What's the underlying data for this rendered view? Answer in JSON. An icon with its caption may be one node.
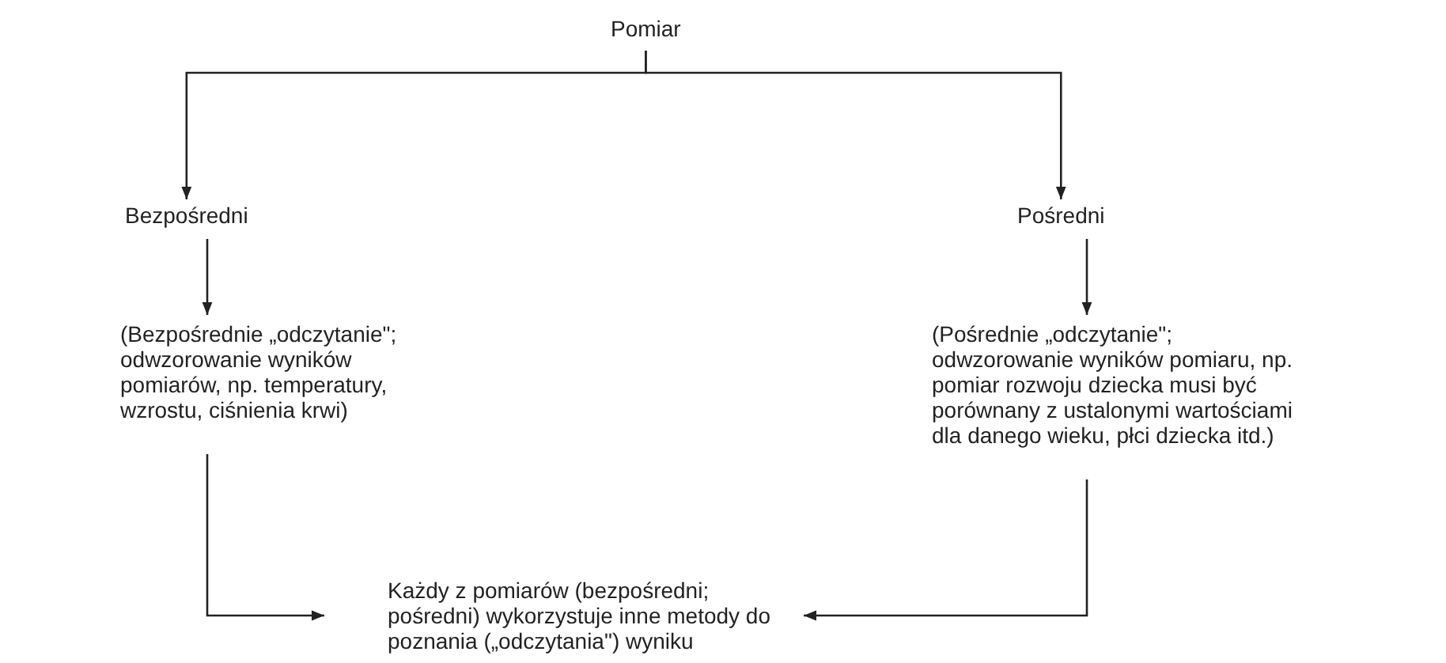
{
  "diagram": {
    "nodes": [
      {
        "text": [
          "Pomiar"
        ]
      },
      {
        "text": [
          "Bezpośredni"
        ]
      },
      {
        "text": [
          "Pośredni"
        ]
      },
      {
        "text": [
          "(Bezpośrednie „odczytanie\"; odwzorowanie wyników pomiarów, np. temperatury, wzrostu, ciśnienia krwi)"
        ]
      },
      {
        "text": [
          "(Pośrednie „odczytanie\"; odwzorowanie wyników pomiaru, np. pomiar rozwoju dziecka musi być porównany z ustalonymi wartościami dla danego wieku, płci dziecka itd.)"
        ]
      },
      {
        "text": [
          "Każdy z pomiarów (bezpośredni; pośredni) wykorzystuje inne metody do poznania („odczytania\") wyniku"
        ]
      }
    ],
    "edges": [
      {
        "from": 0,
        "to": 1,
        "arrow": "to"
      },
      {
        "from": 0,
        "to": 2,
        "arrow": "to"
      },
      {
        "from": 1,
        "to": 3,
        "arrow": "to"
      },
      {
        "from": 2,
        "to": 4,
        "arrow": "to"
      },
      {
        "from": 3,
        "to": 5,
        "arrow": "to"
      },
      {
        "from": 4,
        "to": 5,
        "arrow": "to"
      }
    ]
  }
}
